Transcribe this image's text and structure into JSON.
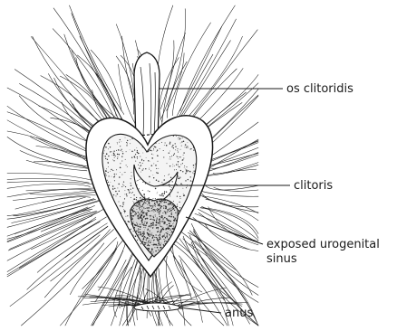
{
  "labels": {
    "os_clitoridis": "os clitoridis",
    "clitoris": "clitoris",
    "exposed_urogenital_line1": "exposed urogenital",
    "exposed_urogenital_line2": "sinus",
    "anus": "anus"
  },
  "colors": {
    "ink": "#1a1a1a",
    "paper": "#ffffff",
    "stipple": "#333333"
  }
}
